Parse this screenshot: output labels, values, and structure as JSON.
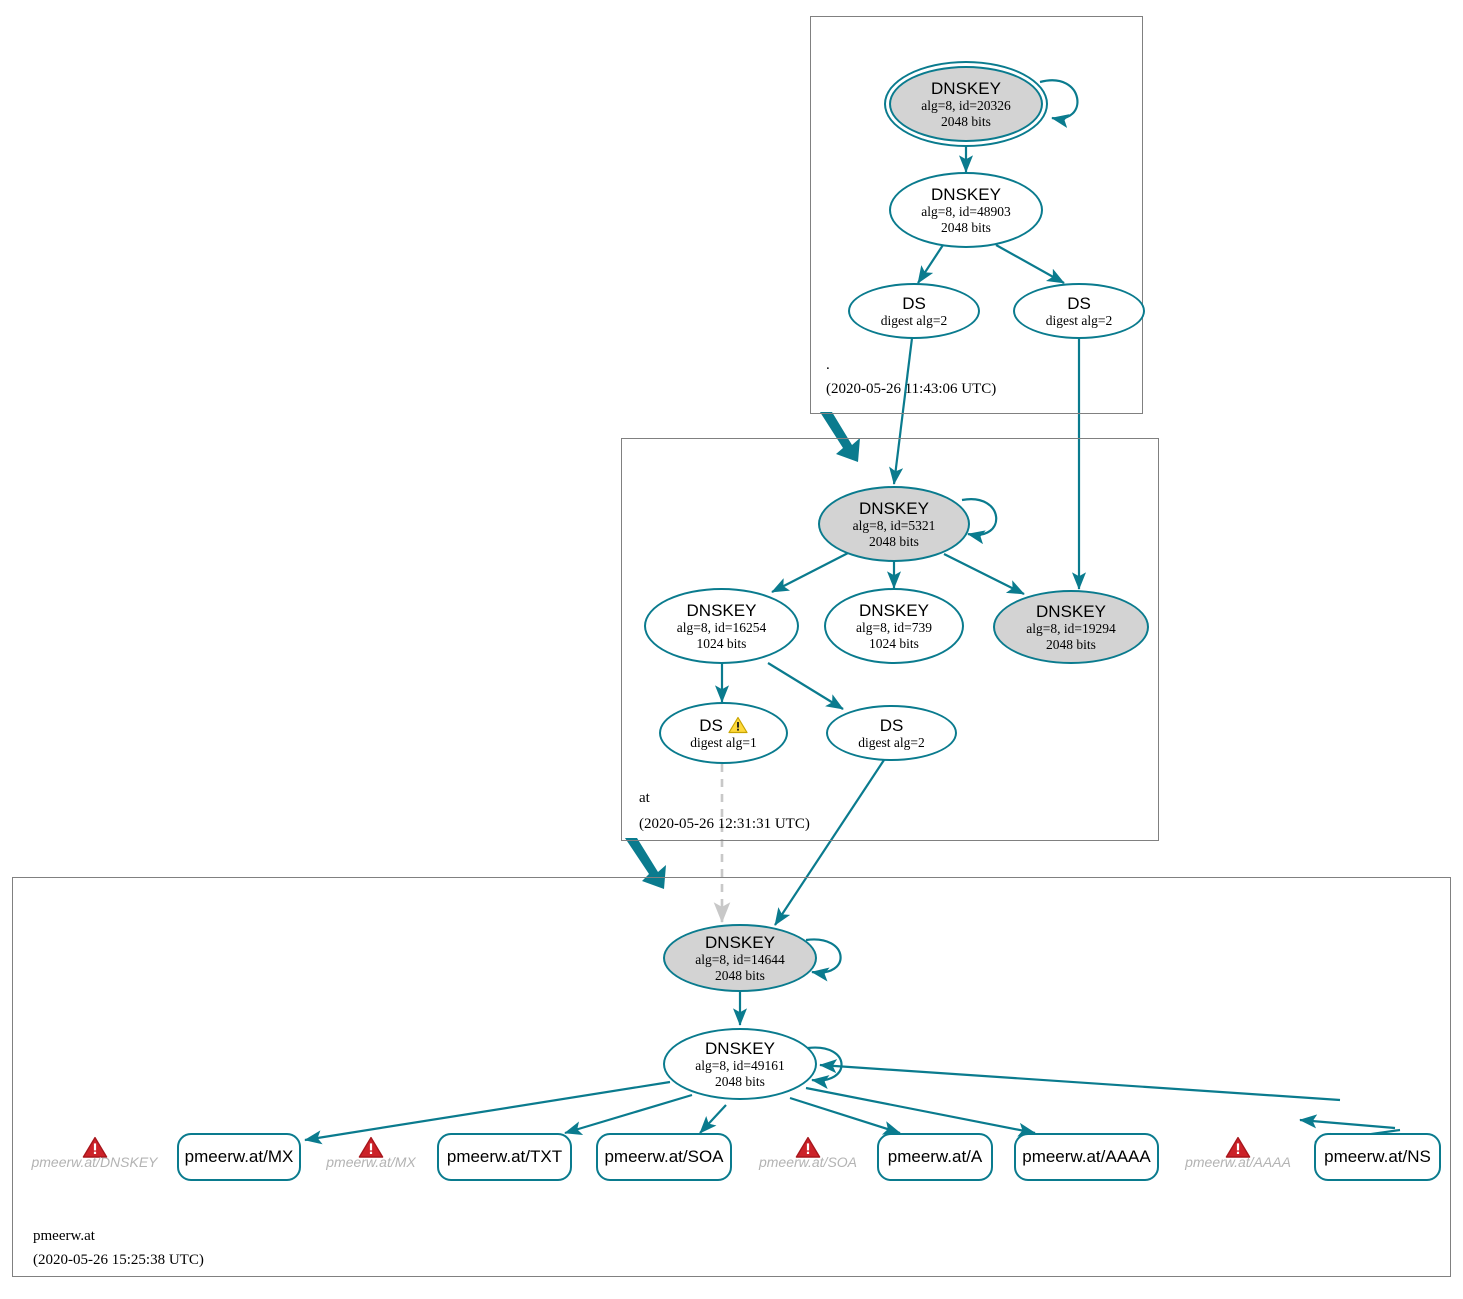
{
  "diagram": {
    "type": "dnssec-authentication-chain",
    "accent_color": "#0a7b8e",
    "shaded_node_color": "#d3d3d3",
    "zone_border_color": "#808080",
    "warning_color": "#ffd93b",
    "error_color": "#cc2229",
    "insecure_edge_color": "#c8c8c8"
  },
  "zones": [
    {
      "id": "root",
      "name": ".",
      "timestamp": "(2020-05-26 11:43:06 UTC)"
    },
    {
      "id": "at",
      "name": "at",
      "timestamp": "(2020-05-26 12:31:31 UTC)"
    },
    {
      "id": "pmeerw",
      "name": "pmeerw.at",
      "timestamp": "(2020-05-26 15:25:38 UTC)"
    }
  ],
  "nodes": {
    "root_ksk": {
      "type": "DNSKEY",
      "title": "DNSKEY",
      "params": "alg=8, id=20326",
      "size": "2048 bits",
      "shaded": true,
      "trust_anchor": true
    },
    "root_zsk": {
      "type": "DNSKEY",
      "title": "DNSKEY",
      "params": "alg=8, id=48903",
      "size": "2048 bits",
      "shaded": false,
      "trust_anchor": false
    },
    "root_ds_1": {
      "type": "DS",
      "title": "DS",
      "params": "digest alg=2",
      "shaded": false
    },
    "root_ds_2": {
      "type": "DS",
      "title": "DS",
      "params": "digest alg=2",
      "shaded": false
    },
    "at_ksk": {
      "type": "DNSKEY",
      "title": "DNSKEY",
      "params": "alg=8, id=5321",
      "size": "2048 bits",
      "shaded": true
    },
    "at_zsk_16254": {
      "type": "DNSKEY",
      "title": "DNSKEY",
      "params": "alg=8, id=16254",
      "size": "1024 bits",
      "shaded": false
    },
    "at_zsk_739": {
      "type": "DNSKEY",
      "title": "DNSKEY",
      "params": "alg=8, id=739",
      "size": "1024 bits",
      "shaded": false
    },
    "at_key_19294": {
      "type": "DNSKEY",
      "title": "DNSKEY",
      "params": "alg=8, id=19294",
      "size": "2048 bits",
      "shaded": true
    },
    "at_ds_1": {
      "type": "DS",
      "title": "DS",
      "params": "digest alg=1",
      "shaded": false,
      "warning": true
    },
    "at_ds_2": {
      "type": "DS",
      "title": "DS",
      "params": "digest alg=2",
      "shaded": false
    },
    "pmeerw_ksk": {
      "type": "DNSKEY",
      "title": "DNSKEY",
      "params": "alg=8, id=14644",
      "size": "2048 bits",
      "shaded": true
    },
    "pmeerw_zsk": {
      "type": "DNSKEY",
      "title": "DNSKEY",
      "params": "alg=8, id=49161",
      "size": "2048 bits",
      "shaded": false
    }
  },
  "rrsets": [
    {
      "id": "mx",
      "label": "pmeerw.at/MX"
    },
    {
      "id": "txt",
      "label": "pmeerw.at/TXT"
    },
    {
      "id": "soa",
      "label": "pmeerw.at/SOA"
    },
    {
      "id": "a",
      "label": "pmeerw.at/A"
    },
    {
      "id": "aaaa",
      "label": "pmeerw.at/AAAA"
    },
    {
      "id": "ns",
      "label": "pmeerw.at/NS"
    }
  ],
  "errors": [
    {
      "id": "err-dnskey",
      "label": "pmeerw.at/DNSKEY",
      "icon": "error-triangle-icon"
    },
    {
      "id": "err-mx",
      "label": "pmeerw.at/MX",
      "icon": "error-triangle-icon"
    },
    {
      "id": "err-soa",
      "label": "pmeerw.at/SOA",
      "icon": "error-triangle-icon"
    },
    {
      "id": "err-aaaa",
      "label": "pmeerw.at/AAAA",
      "icon": "error-triangle-icon"
    }
  ]
}
